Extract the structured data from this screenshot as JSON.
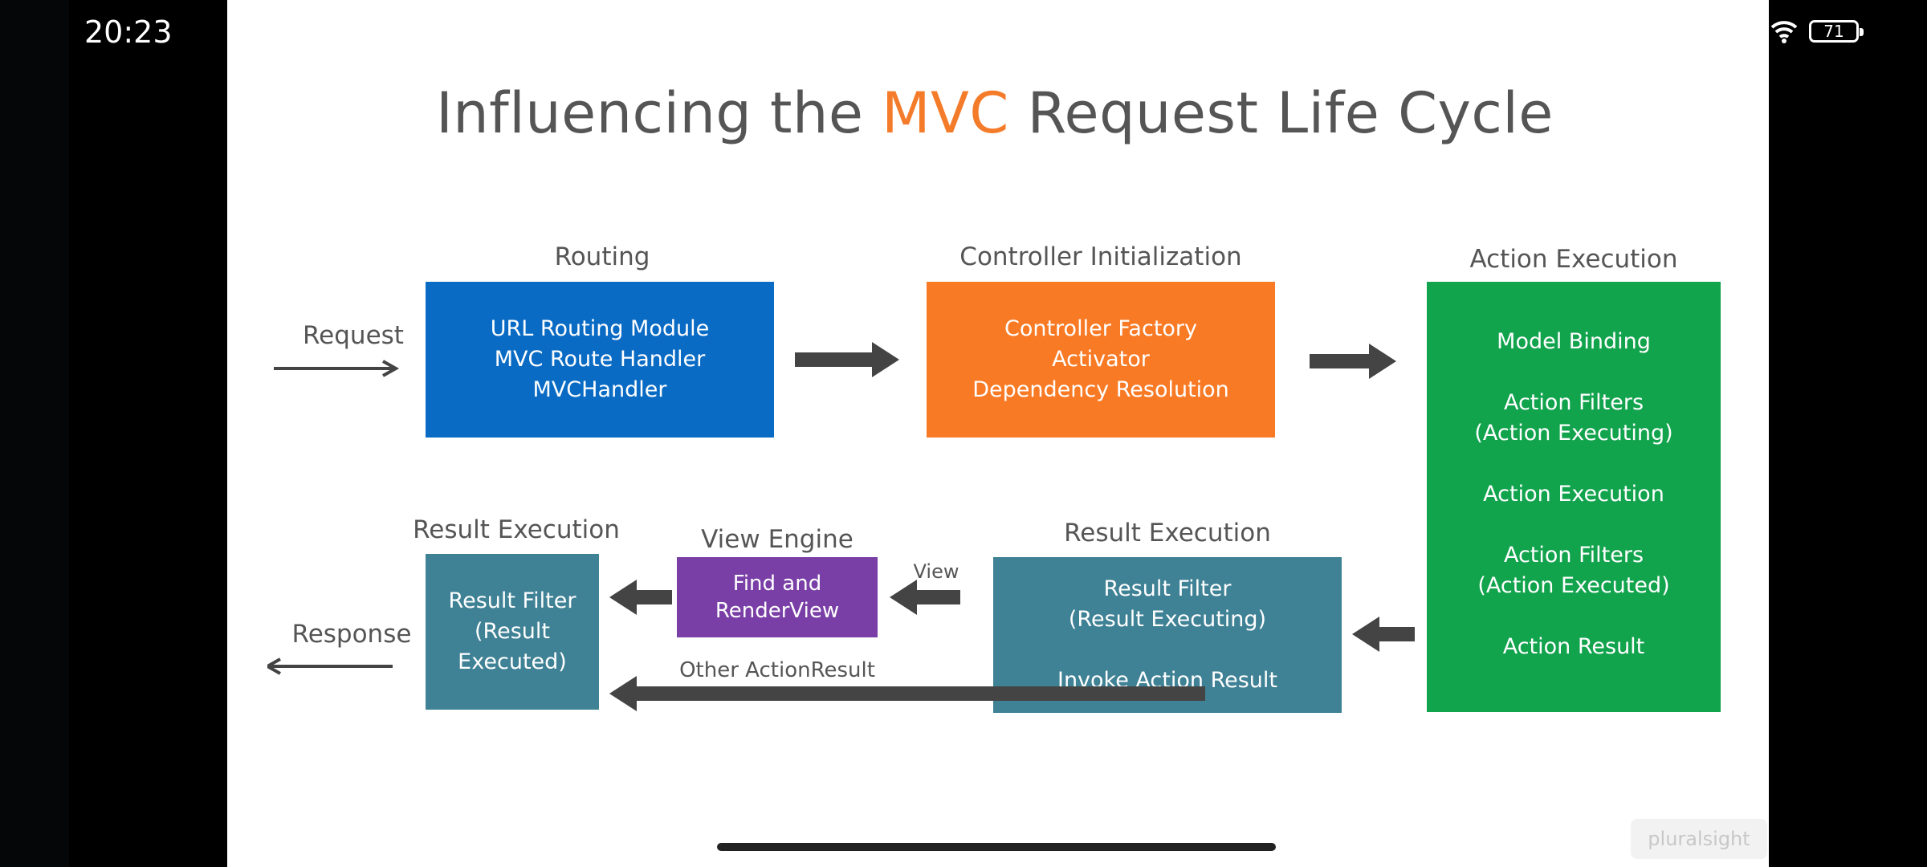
{
  "status_bar": {
    "time": "20:23",
    "battery": "71"
  },
  "slide": {
    "title_before": "Influencing the ",
    "title_accent": "MVC",
    "title_after": " Request Life Cycle",
    "accent_color": "#f47b2a",
    "request_label": "Request",
    "response_label": "Response",
    "routing": {
      "label": "Routing",
      "lines": [
        "URL Routing Module",
        "MVC Route Handler",
        "MVCHandler"
      ],
      "color": "#0a6bc4"
    },
    "controller_init": {
      "label": "Controller Initialization",
      "lines": [
        "Controller Factory",
        "Activator",
        "Dependency Resolution"
      ],
      "color": "#f97a25"
    },
    "action_execution": {
      "label": "Action Execution",
      "items": [
        "Model Binding",
        "Action Filters",
        "(Action Executing)",
        "Action Execution",
        "Action Filters",
        "(Action Executed)",
        "Action Result"
      ],
      "color": "#12a34d"
    },
    "result_execution_right": {
      "label": "Result Execution",
      "lines": [
        "Result Filter",
        "(Result Executing)",
        "Invoke Action Result"
      ],
      "color": "#3f8195"
    },
    "view_engine": {
      "label": "View Engine",
      "lines": [
        "Find and",
        "RenderView"
      ],
      "color": "#7a3fa6"
    },
    "result_execution_left": {
      "label": "Result Execution",
      "lines": [
        "Result Filter",
        "(Result",
        "Executed)"
      ],
      "color": "#3f8195"
    },
    "view_arrow_label": "View",
    "other_result_label": "Other ActionResult",
    "watermark": "pluralsight"
  }
}
